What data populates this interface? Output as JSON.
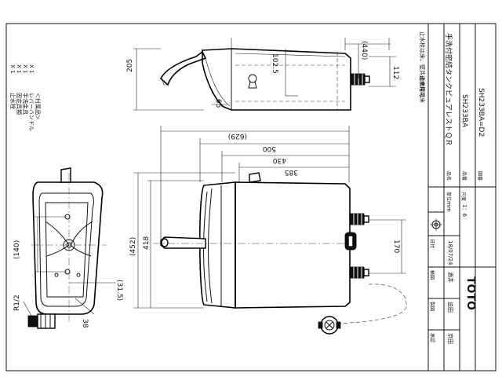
{
  "title_block": {
    "name_label": "品名",
    "product_name": "手洗付密結タンクピュアレストＱＲ",
    "product_no_label": "品番",
    "product_no": "SH233BA",
    "drawing_no_label": "図番",
    "drawing_no": "SH233BA=D2",
    "unit_label": "単位",
    "unit": "mm",
    "scale_label": "尺度",
    "scale": "1：6",
    "date_label": "日付",
    "date": "18/07/24",
    "drafter_label": "製図",
    "drafter": "迫田",
    "checker_label": "検図",
    "checker": "酒井",
    "approver_label": "承認",
    "approver": "京田",
    "company": "TOTO"
  },
  "notes": {
    "accessories_heading": "＜付属品＞",
    "accessories": [
      {
        "name": "レバーハンドル",
        "qty": "X 1"
      },
      {
        "name": "手洗金具",
        "qty": "X 1"
      },
      {
        "name": "固定具類",
        "qty": "X 1"
      },
      {
        "name": "止水栓",
        "qty": "X 1"
      }
    ],
    "stop_valve_note_1": "止水栓は床、壁共通使用可",
    "stop_valve_note_2": "止水栓は床"
  },
  "dimensions": {
    "d440": "(440)",
    "d112": "112",
    "d102_5": "102.5",
    "d205": "205",
    "d65": "65",
    "d629": "(629)",
    "d500": "500",
    "d430": "430",
    "d385": "385",
    "d452": "(452)",
    "d418": "418",
    "d170": "170",
    "d140": "(140)",
    "d31_5": "(31.5)",
    "d38": "38",
    "thread": "R1/2"
  }
}
